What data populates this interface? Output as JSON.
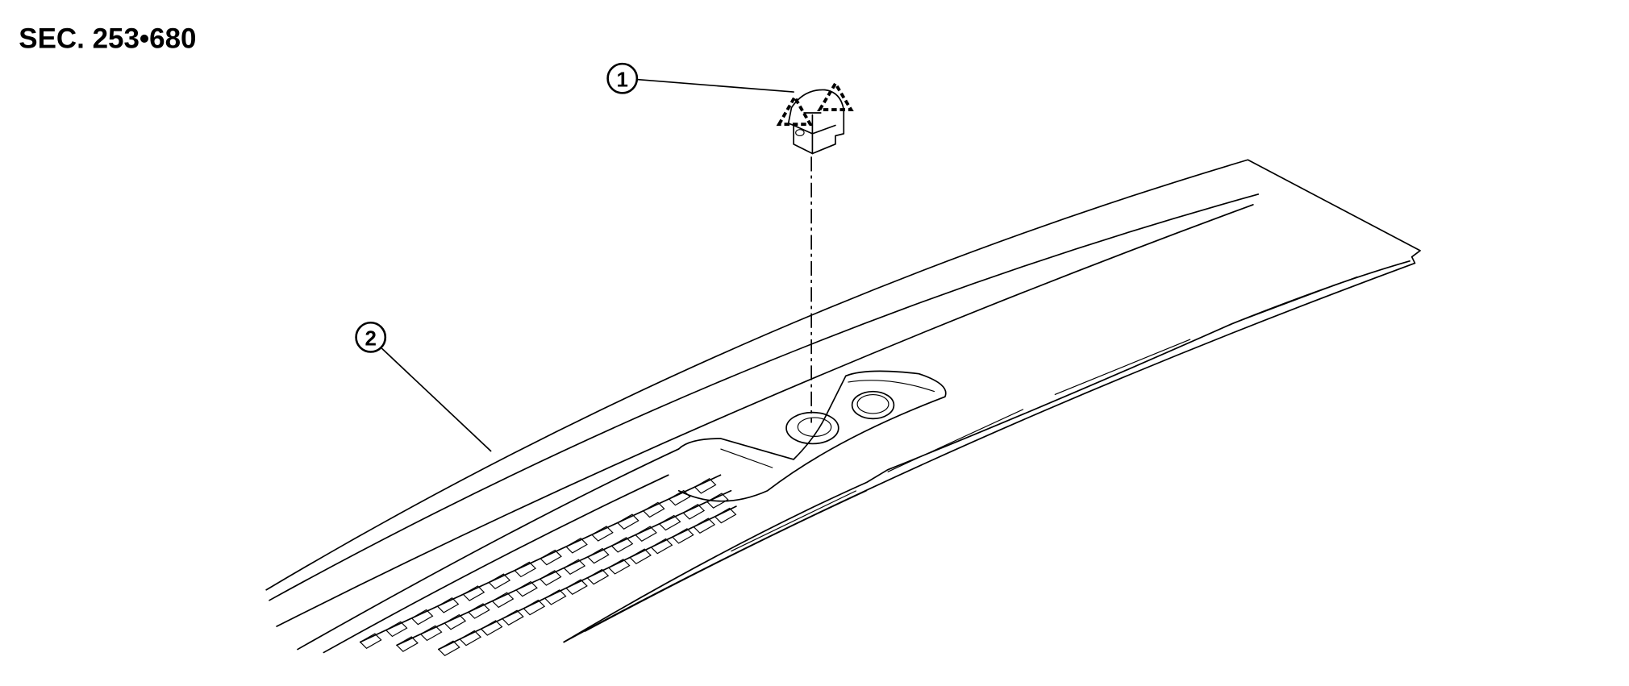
{
  "diagram": {
    "section_code": "SEC. 253•680",
    "callouts": [
      {
        "number": "1",
        "part": "clip"
      },
      {
        "number": "2",
        "part": "cowl-top-cover"
      }
    ],
    "colors": {
      "ink": "#000000",
      "background": "#ffffff"
    }
  }
}
